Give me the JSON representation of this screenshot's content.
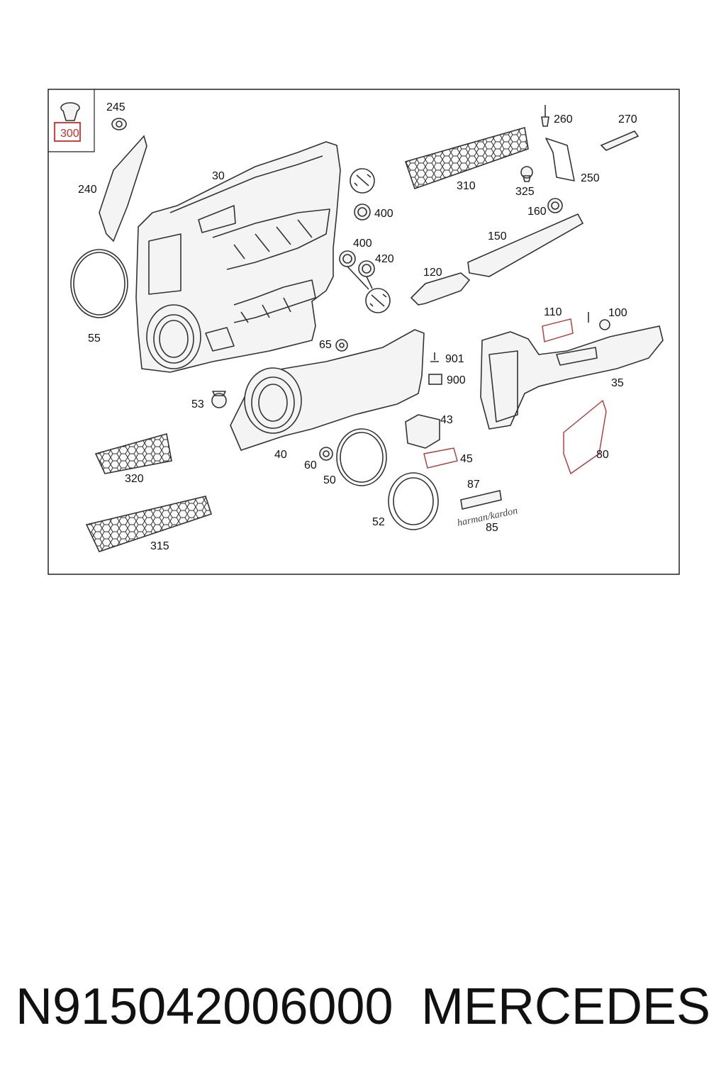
{
  "diagram": {
    "inset_label": "300",
    "highlight_color": "#d62828",
    "callouts": {
      "c245": "245",
      "c240": "240",
      "c30": "30",
      "c55": "55",
      "c400a": "400",
      "c400b": "400",
      "c420": "420",
      "c310": "310",
      "c260": "260",
      "c270": "270",
      "c250": "250",
      "c325": "325",
      "c160": "160",
      "c150": "150",
      "c120": "120",
      "c110": "110",
      "c100": "100",
      "c35": "35",
      "c65": "65",
      "c901": "901",
      "c900": "900",
      "c53": "53",
      "c43": "43",
      "c45": "45",
      "c40": "40",
      "c60": "60",
      "c50": "50",
      "c80": "80",
      "c320": "320",
      "c87": "87",
      "c52": "52",
      "c85": "85",
      "c315": "315"
    },
    "brand_badge": "harman/kardon"
  },
  "footer": {
    "part_number": "N915042006000",
    "brand": "MERCEDES"
  }
}
